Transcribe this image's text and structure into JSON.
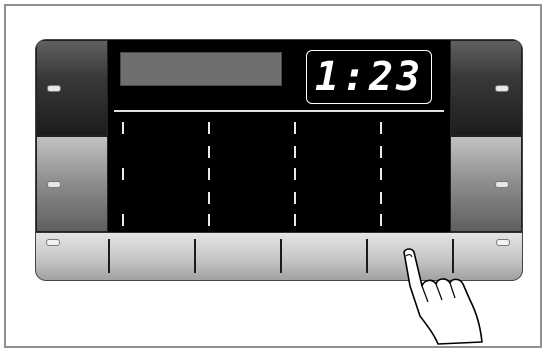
{
  "display": {
    "clock": "1:23"
  },
  "layout_info": {
    "upper_buttons": [
      "upper-left-button",
      "upper-right-button"
    ],
    "middle_buttons": [
      "middle-left-button",
      "middle-right-button"
    ],
    "bottom_segments": 6,
    "pressed_segment": 5
  },
  "icons": {
    "hand": "pointing-hand-icon",
    "indicator": "indicator-light-icon"
  },
  "colors": {
    "panel": "#080808",
    "display_text": "#ffffff",
    "text_window": "#6f6f6f"
  }
}
